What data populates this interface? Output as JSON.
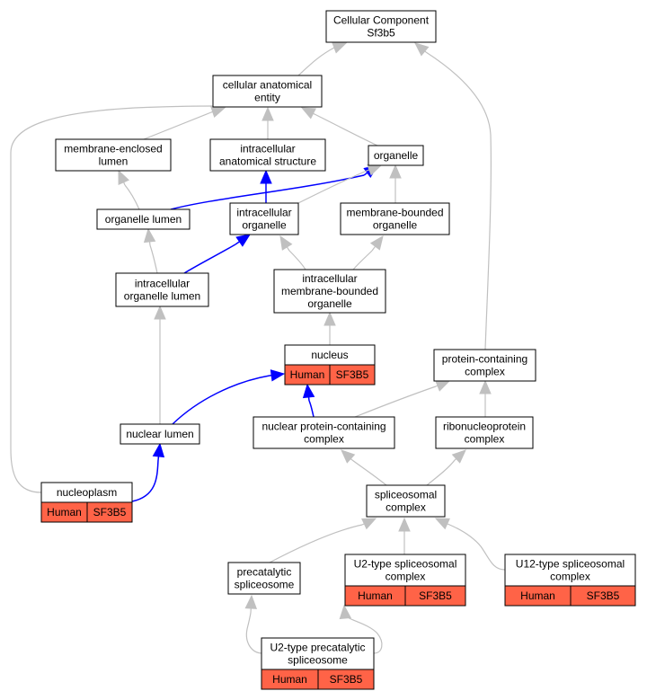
{
  "colors": {
    "background": "#ffffff",
    "node_border": "#000000",
    "annotation_fill": "#ff6347",
    "edge_gray": "#c0c0c0",
    "edge_blue": "#0000ff"
  },
  "nodes": {
    "root": {
      "lines": [
        "Cellular Component",
        "Sf3b5"
      ]
    },
    "cae": {
      "lines": [
        "cellular anatomical",
        "entity"
      ]
    },
    "mel": {
      "lines": [
        "membrane-enclosed",
        "lumen"
      ]
    },
    "ias": {
      "lines": [
        "intracellular",
        "anatomical structure"
      ]
    },
    "org": {
      "lines": [
        "organelle"
      ]
    },
    "orgl": {
      "lines": [
        "organelle lumen"
      ]
    },
    "io": {
      "lines": [
        "intracellular",
        "organelle"
      ]
    },
    "mbo": {
      "lines": [
        "membrane-bounded",
        "organelle"
      ]
    },
    "iol": {
      "lines": [
        "intracellular",
        "organelle lumen"
      ]
    },
    "imbo": {
      "lines": [
        "intracellular",
        "membrane-bounded",
        "organelle"
      ]
    },
    "nuc": {
      "lines": [
        "nucleus"
      ],
      "annotation": [
        "Human",
        "SF3B5"
      ]
    },
    "pcc": {
      "lines": [
        "protein-containing",
        "complex"
      ]
    },
    "nl": {
      "lines": [
        "nuclear lumen"
      ]
    },
    "npcc": {
      "lines": [
        "nuclear protein-containing",
        "complex"
      ]
    },
    "rnp": {
      "lines": [
        "ribonucleoprotein",
        "complex"
      ]
    },
    "np": {
      "lines": [
        "nucleoplasm"
      ],
      "annotation": [
        "Human",
        "SF3B5"
      ]
    },
    "spc": {
      "lines": [
        "spliceosomal",
        "complex"
      ]
    },
    "pcs": {
      "lines": [
        "precatalytic",
        "spliceosome"
      ]
    },
    "u2": {
      "lines": [
        "U2-type spliceosomal",
        "complex"
      ],
      "annotation": [
        "Human",
        "SF3B5"
      ]
    },
    "u12": {
      "lines": [
        "U12-type spliceosomal",
        "complex"
      ],
      "annotation": [
        "Human",
        "SF3B5"
      ]
    },
    "u2p": {
      "lines": [
        "U2-type precatalytic",
        "spliceosome"
      ],
      "annotation": [
        "Human",
        "SF3B5"
      ]
    }
  },
  "edges": [
    {
      "from": "cae",
      "to": "root",
      "kind": "is_a"
    },
    {
      "from": "pcc",
      "to": "root",
      "kind": "is_a"
    },
    {
      "from": "mel",
      "to": "cae",
      "kind": "is_a"
    },
    {
      "from": "ias",
      "to": "cae",
      "kind": "is_a"
    },
    {
      "from": "org",
      "to": "cae",
      "kind": "is_a"
    },
    {
      "from": "np",
      "to": "cae",
      "kind": "is_a"
    },
    {
      "from": "orgl",
      "to": "mel",
      "kind": "is_a"
    },
    {
      "from": "orgl",
      "to": "org",
      "kind": "part_of"
    },
    {
      "from": "io",
      "to": "ias",
      "kind": "part_of"
    },
    {
      "from": "io",
      "to": "org",
      "kind": "is_a"
    },
    {
      "from": "mbo",
      "to": "org",
      "kind": "is_a"
    },
    {
      "from": "iol",
      "to": "orgl",
      "kind": "is_a"
    },
    {
      "from": "iol",
      "to": "io",
      "kind": "part_of"
    },
    {
      "from": "imbo",
      "to": "io",
      "kind": "is_a"
    },
    {
      "from": "imbo",
      "to": "mbo",
      "kind": "is_a"
    },
    {
      "from": "nuc",
      "to": "imbo",
      "kind": "is_a"
    },
    {
      "from": "nl",
      "to": "iol",
      "kind": "is_a"
    },
    {
      "from": "nl",
      "to": "nuc",
      "kind": "part_of"
    },
    {
      "from": "np",
      "to": "nl",
      "kind": "part_of"
    },
    {
      "from": "npcc",
      "to": "nuc",
      "kind": "part_of"
    },
    {
      "from": "npcc",
      "to": "pcc",
      "kind": "is_a"
    },
    {
      "from": "rnp",
      "to": "pcc",
      "kind": "is_a"
    },
    {
      "from": "spc",
      "to": "npcc",
      "kind": "is_a"
    },
    {
      "from": "spc",
      "to": "rnp",
      "kind": "is_a"
    },
    {
      "from": "pcs",
      "to": "spc",
      "kind": "is_a"
    },
    {
      "from": "u2",
      "to": "spc",
      "kind": "is_a"
    },
    {
      "from": "u12",
      "to": "spc",
      "kind": "is_a"
    },
    {
      "from": "u2p",
      "to": "pcs",
      "kind": "is_a"
    },
    {
      "from": "u2p",
      "to": "u2",
      "kind": "is_a"
    }
  ]
}
